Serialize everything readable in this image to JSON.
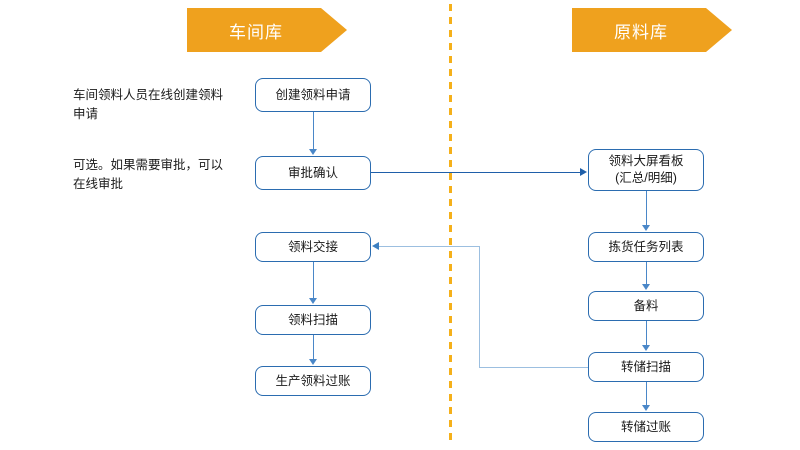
{
  "lanes": [
    {
      "id": "workshop-store",
      "label": "车间库"
    },
    {
      "id": "material-store",
      "label": "原料库"
    }
  ],
  "notes": [
    {
      "id": "note-create",
      "text": "车间领料人员在线创建领料申请"
    },
    {
      "id": "note-approve",
      "text": "可选。如果需要审批，可以在线审批"
    }
  ],
  "nodes": {
    "create_request": "创建领料申请",
    "approve_confirm": "审批确认",
    "material_handover": "领料交接",
    "material_scan": "领料扫描",
    "production_posting": "生产领料过账",
    "dashboard": "领料大屏看板\n(汇总/明细)",
    "pick_task_list": "拣货任务列表",
    "prepare_material": "备料",
    "transfer_scan": "转储扫描",
    "transfer_posting": "转储过账"
  },
  "colors": {
    "lane_banner": "#EFA11E",
    "lane_divider": "#F5B01A",
    "node_border": "#2B6CB0",
    "connector": "#4A87C8",
    "connector_pale": "#9CBFE0",
    "background": "#FFFFFF"
  }
}
